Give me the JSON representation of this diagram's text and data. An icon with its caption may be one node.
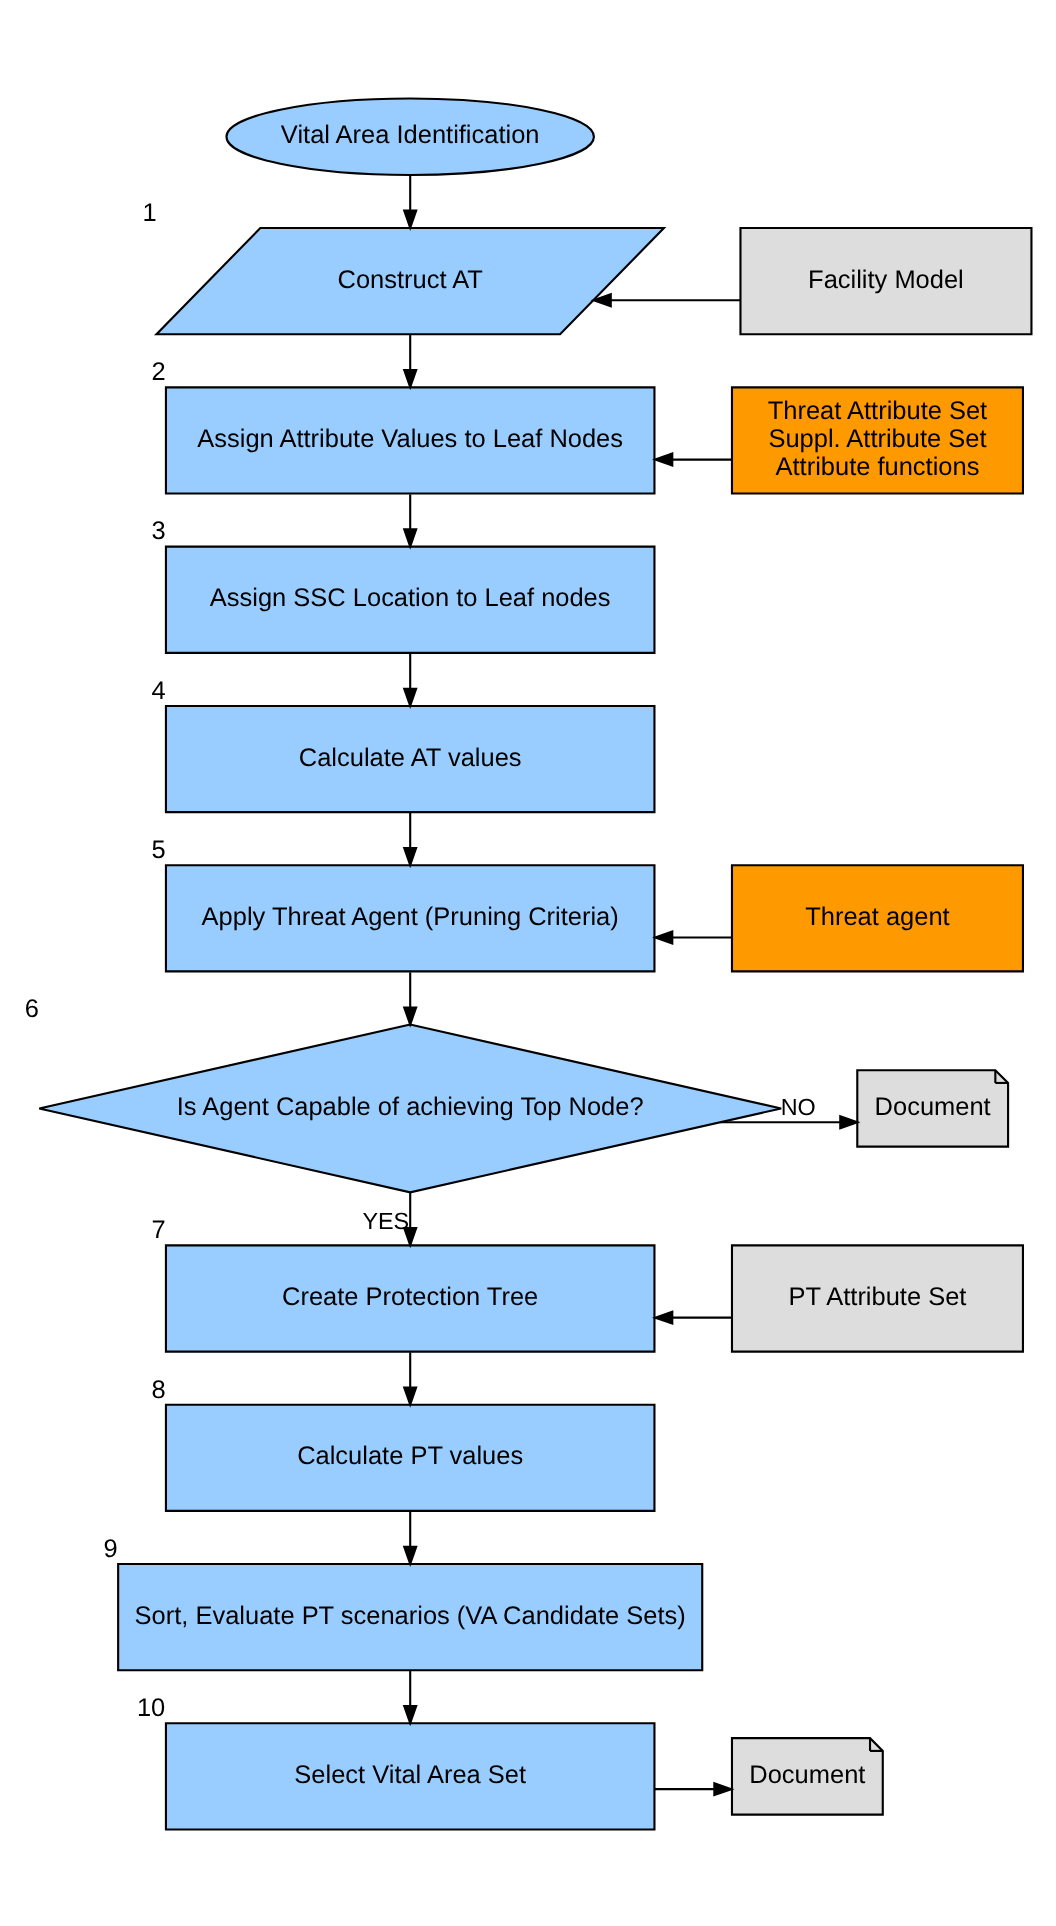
{
  "diagram": {
    "nodes": [
      {
        "text": [
          "Vital Area Identification"
        ]
      },
      {
        "text": [
          "Construct AT"
        ],
        "beside": [
          "1"
        ]
      },
      {
        "text": [
          "Facility Model"
        ]
      },
      {
        "text": [
          "Assign Attribute Values to Leaf Nodes"
        ],
        "beside": [
          "2"
        ]
      },
      {
        "text": [
          "Threat Attribute Set",
          "Suppl. Attribute Set",
          "Attribute functions"
        ]
      },
      {
        "text": [
          "Assign SSC Location to Leaf nodes"
        ],
        "beside": [
          "3"
        ]
      },
      {
        "text": [
          "Calculate AT values"
        ],
        "beside": [
          "4"
        ]
      },
      {
        "text": [
          "Apply Threat Agent (Pruning Criteria)"
        ],
        "beside": [
          "5"
        ]
      },
      {
        "text": [
          "Threat agent"
        ]
      },
      {
        "text": [
          "Is Agent Capable of achieving Top Node?"
        ],
        "beside": [
          "6"
        ]
      },
      {
        "text": [
          "Document"
        ]
      },
      {
        "text": [
          "Create Protection Tree"
        ],
        "beside": [
          "7"
        ]
      },
      {
        "text": [
          "PT Attribute Set"
        ]
      },
      {
        "text": [
          "Calculate PT values"
        ],
        "beside": [
          "8"
        ]
      },
      {
        "text": [
          "Sort, Evaluate PT scenarios (VA Candidate Sets)"
        ],
        "beside": [
          "9"
        ]
      },
      {
        "text": [
          "Select Vital Area Set"
        ],
        "beside": [
          "10"
        ]
      },
      {
        "text": [
          "Document"
        ]
      }
    ],
    "edges": [
      {
        "from": 0,
        "to": 1,
        "arrow": "to"
      },
      {
        "from": 2,
        "to": 1,
        "arrow": "to"
      },
      {
        "from": 1,
        "to": 3,
        "arrow": "to"
      },
      {
        "from": 4,
        "to": 3,
        "arrow": "to"
      },
      {
        "from": 3,
        "to": 5,
        "arrow": "to"
      },
      {
        "from": 5,
        "to": 6,
        "arrow": "to"
      },
      {
        "from": 6,
        "to": 7,
        "arrow": "to"
      },
      {
        "from": 8,
        "to": 7,
        "arrow": "to"
      },
      {
        "from": 7,
        "to": 9,
        "arrow": "to"
      },
      {
        "from": 9,
        "to": 10,
        "label": "NO",
        "arrow": "to"
      },
      {
        "from": 9,
        "to": 11,
        "label": "YES",
        "arrow": "to"
      },
      {
        "from": 12,
        "to": 11,
        "arrow": "to"
      },
      {
        "from": 11,
        "to": 13,
        "arrow": "to"
      },
      {
        "from": 13,
        "to": 14,
        "arrow": "to"
      },
      {
        "from": 14,
        "to": 15,
        "arrow": "to"
      },
      {
        "from": 15,
        "to": 16,
        "arrow": "to"
      }
    ]
  }
}
